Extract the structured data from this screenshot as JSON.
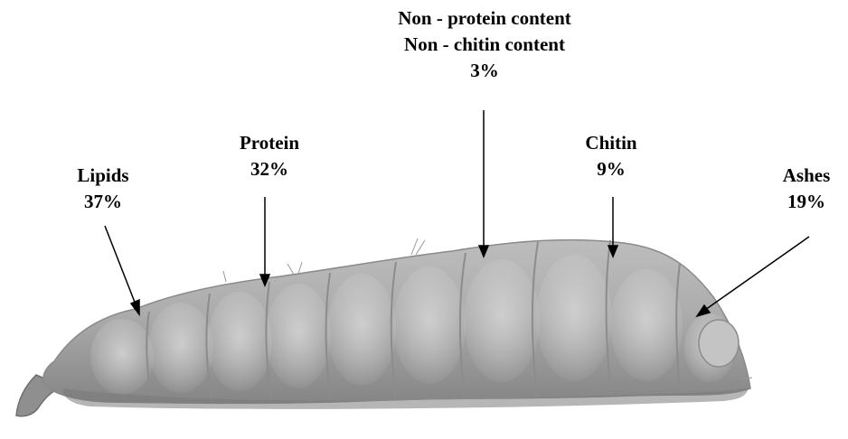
{
  "labels": {
    "lipids": {
      "name": "Lipids",
      "value": "37%"
    },
    "protein": {
      "name": "Protein",
      "value": "32%"
    },
    "non_protein": {
      "line1": "Non - protein content",
      "line2": "Non - chitin content",
      "value": "3%"
    },
    "chitin": {
      "name": "Chitin",
      "value": "9%"
    },
    "ashes": {
      "name": "Ashes",
      "value": "19%"
    }
  },
  "colors": {
    "text": "#000000",
    "arrow": "#000000",
    "larva_body": "#a9a9a9",
    "larva_shadow": "#7a7a7a",
    "larva_highlight": "#c8c8c8",
    "background": "#ffffff"
  },
  "image": {
    "subject": "larva-photo",
    "style": "grayscale"
  }
}
